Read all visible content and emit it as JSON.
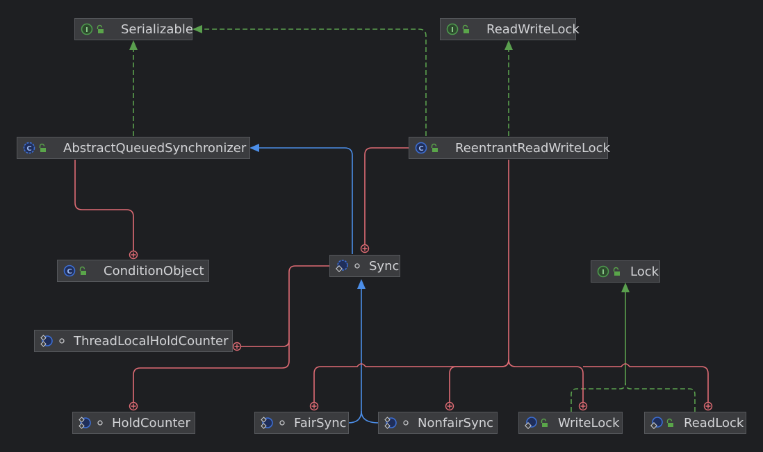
{
  "diagram": {
    "title": "ReentrantReadWriteLock class diagram",
    "colors": {
      "background": "#1e1f22",
      "node_fill": "#3b3c3f",
      "node_border": "#56585c",
      "text": "#d2d3d6",
      "extends_edge": "#4c8ee8",
      "implements_edge": "#5a9f4e",
      "inner_class_edge": "#e06c75",
      "class_icon": "#3d6fd4",
      "interface_icon": "#4e9a4e",
      "public_lock": "#5aa54a"
    },
    "nodes": [
      {
        "id": "serializable",
        "label": "Serializable",
        "kind": "interface",
        "visibility": "public"
      },
      {
        "id": "readwritelock",
        "label": "ReadWriteLock",
        "kind": "interface",
        "visibility": "public"
      },
      {
        "id": "aqs",
        "label": "AbstractQueuedSynchronizer",
        "kind": "abstract-class",
        "visibility": "public"
      },
      {
        "id": "rrwl",
        "label": "ReentrantReadWriteLock",
        "kind": "class",
        "visibility": "public"
      },
      {
        "id": "conditionobject",
        "label": "ConditionObject",
        "kind": "class",
        "visibility": "public"
      },
      {
        "id": "sync",
        "label": "Sync",
        "kind": "abstract-static-class",
        "visibility": "package"
      },
      {
        "id": "lock",
        "label": "Lock",
        "kind": "interface",
        "visibility": "public"
      },
      {
        "id": "threadlocalholdcounter",
        "label": "ThreadLocalHoldCounter",
        "kind": "static-class",
        "visibility": "package"
      },
      {
        "id": "holdcounter",
        "label": "HoldCounter",
        "kind": "static-class",
        "visibility": "package"
      },
      {
        "id": "fairsync",
        "label": "FairSync",
        "kind": "static-class",
        "visibility": "package"
      },
      {
        "id": "nonfairsync",
        "label": "NonfairSync",
        "kind": "static-class",
        "visibility": "package"
      },
      {
        "id": "writelock",
        "label": "WriteLock",
        "kind": "static-class",
        "visibility": "public"
      },
      {
        "id": "readlock",
        "label": "ReadLock",
        "kind": "static-class",
        "visibility": "public"
      }
    ],
    "edges": [
      {
        "from": "aqs",
        "to": "serializable",
        "type": "implements"
      },
      {
        "from": "rrwl",
        "to": "serializable",
        "type": "implements"
      },
      {
        "from": "rrwl",
        "to": "readwritelock",
        "type": "implements"
      },
      {
        "from": "sync",
        "to": "aqs",
        "type": "extends"
      },
      {
        "from": "conditionobject",
        "to": "aqs",
        "type": "inner"
      },
      {
        "from": "sync",
        "to": "rrwl",
        "type": "inner"
      },
      {
        "from": "threadlocalholdcounter",
        "to": "sync",
        "type": "inner"
      },
      {
        "from": "holdcounter",
        "to": "sync",
        "type": "inner"
      },
      {
        "from": "fairsync",
        "to": "sync",
        "type": "extends"
      },
      {
        "from": "nonfairsync",
        "to": "sync",
        "type": "extends"
      },
      {
        "from": "fairsync",
        "to": "rrwl",
        "type": "inner"
      },
      {
        "from": "nonfairsync",
        "to": "rrwl",
        "type": "inner"
      },
      {
        "from": "writelock",
        "to": "rrwl",
        "type": "inner"
      },
      {
        "from": "readlock",
        "to": "rrwl",
        "type": "inner"
      },
      {
        "from": "writelock",
        "to": "lock",
        "type": "implements"
      },
      {
        "from": "readlock",
        "to": "lock",
        "type": "implements"
      }
    ]
  }
}
